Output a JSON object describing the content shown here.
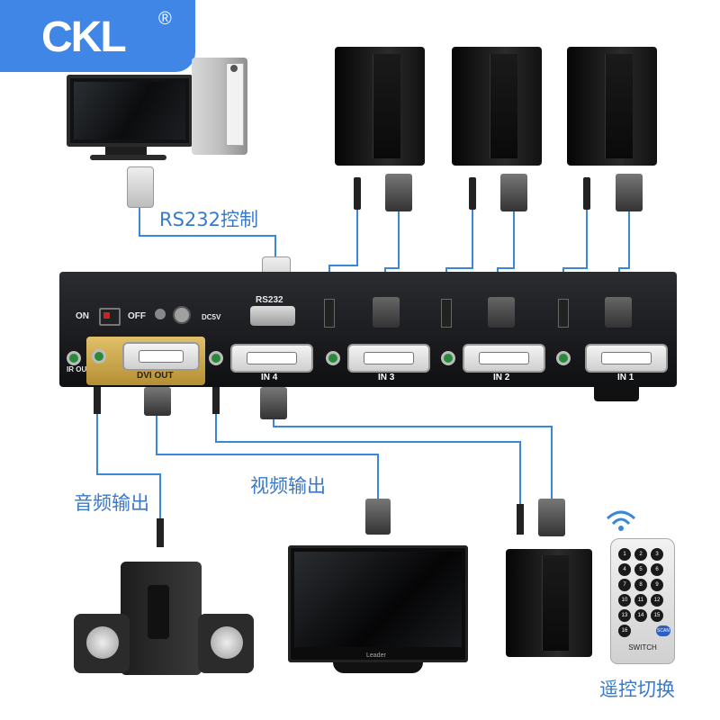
{
  "brand": {
    "logo_text": "CKL",
    "registered": "®"
  },
  "captions": {
    "rs232": "RS232控制",
    "video_out": "视频输出",
    "audio_out": "音频输出",
    "remote": "遥控切换"
  },
  "switch_panel": {
    "power_on": "ON",
    "power_off": "OFF",
    "dc": "DC5V",
    "rs232": "RS232",
    "ir_out": "IR OUT",
    "dvi_out": "DVI OUT",
    "inputs": [
      "IN 4",
      "IN 3",
      "IN 2",
      "IN 1"
    ]
  },
  "remote": {
    "buttons": [
      "1",
      "2",
      "3",
      "4",
      "5",
      "6",
      "7",
      "8",
      "9",
      "10",
      "11",
      "12",
      "13",
      "14",
      "15",
      "16"
    ],
    "scan": "SCAN",
    "switch": "SWITCH"
  },
  "monitor_brand": "Leader",
  "colors": {
    "accent": "#3f86e6",
    "cable": "#3a86d9",
    "panel": "#16181b",
    "dvi_out_plate": "#c8a24a"
  }
}
